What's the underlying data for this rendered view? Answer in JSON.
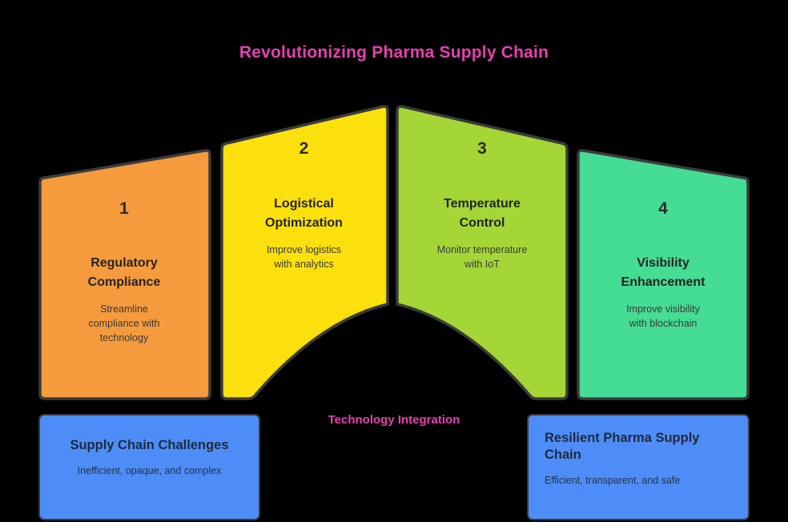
{
  "title": "Revolutionizing Pharma Supply Chain",
  "center_caption": "Technology Integration",
  "colors": {
    "background": "#000000",
    "title_pink": "#E541B2",
    "segment_1": "#F59B3C",
    "segment_2": "#FBE011",
    "segment_3": "#A4D636",
    "segment_4": "#45DC94",
    "card_blue": "#4E8DF8",
    "outline": "#3A3A3A"
  },
  "segments": [
    {
      "number": "1",
      "title_line1": "Regulatory",
      "title_line2": "Compliance",
      "desc_line1": "Streamline",
      "desc_line2": "compliance with",
      "desc_line3": "technology",
      "color": "#F59B3C"
    },
    {
      "number": "2",
      "title_line1": "Logistical",
      "title_line2": "Optimization",
      "desc_line1": "Improve logistics",
      "desc_line2": "with analytics",
      "desc_line3": "",
      "color": "#FBE011"
    },
    {
      "number": "3",
      "title_line1": "Temperature",
      "title_line2": "Control",
      "desc_line1": "Monitor temperature",
      "desc_line2": "with IoT",
      "desc_line3": "",
      "color": "#A4D636"
    },
    {
      "number": "4",
      "title_line1": "Visibility",
      "title_line2": "Enhancement",
      "desc_line1": "Improve visibility",
      "desc_line2": "with blockchain",
      "desc_line3": "",
      "color": "#45DC94"
    }
  ],
  "base_cards": [
    {
      "title_line1": "Supply Chain Challenges",
      "title_line2": "",
      "desc": "Inefficient, opaque, and complex"
    },
    {
      "title_line1": "Resilient Pharma Supply",
      "title_line2": "Chain",
      "desc": "Efficient, transparent, and safe"
    }
  ]
}
